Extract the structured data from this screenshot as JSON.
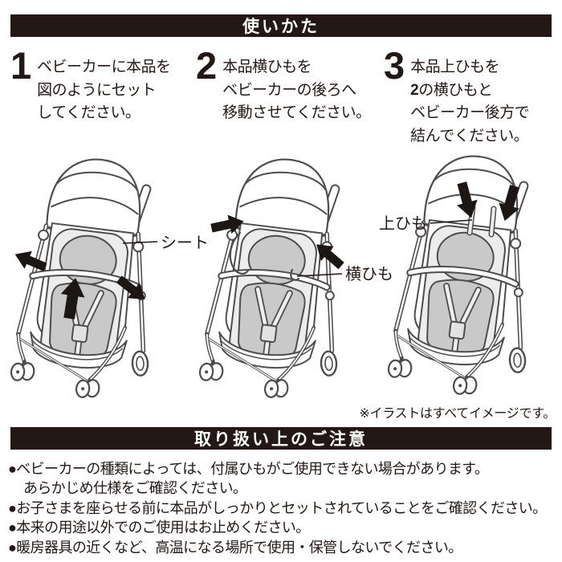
{
  "header": {
    "usage_title": "使いかた",
    "precautions_title": "取り扱い上のご注意"
  },
  "steps": [
    {
      "number": "1",
      "line1": "ベビーカーに本品を",
      "line2": "図のようにセット",
      "line3": "してください。"
    },
    {
      "number": "2",
      "line1": "本品横ひもを",
      "line2": "ベビーカーの後ろへ",
      "line3": "移動させてください。"
    },
    {
      "number": "3",
      "line1": "本品上ひもを",
      "line2_num": "2",
      "line2_rest": "の横ひもと",
      "line3": "ベビーカー後方で",
      "line4": "結んでください。"
    }
  ],
  "illustration": {
    "seat_label": "シート",
    "side_strap_label": "横ひも",
    "top_strap_label": "上ひも",
    "note": "※イラストはすべてイメージです。"
  },
  "precautions": [
    {
      "marker": "●",
      "text": "ベビーカーの種類によっては、付属ひもがご使用できない場合があります。"
    },
    {
      "marker": "",
      "text": "あらかじめ仕様をご確認ください。"
    },
    {
      "marker": "●",
      "text": "お子さまを座らせる前に本品がしっかりとセットされていることをご確認ください。"
    },
    {
      "marker": "●",
      "text": "本来の用途以外でのご使用はお止めください。"
    },
    {
      "marker": "●",
      "text": "暖房器具の近くなど、高温になる場所で使用・保管しないでください。"
    }
  ],
  "colors": {
    "bar_bg": "#231815",
    "text": "#231815",
    "line_art": "#4d4d4d",
    "pad_light": "#ececec",
    "pad_dark": "#c9c9c9",
    "arrow": "#1c1714"
  }
}
